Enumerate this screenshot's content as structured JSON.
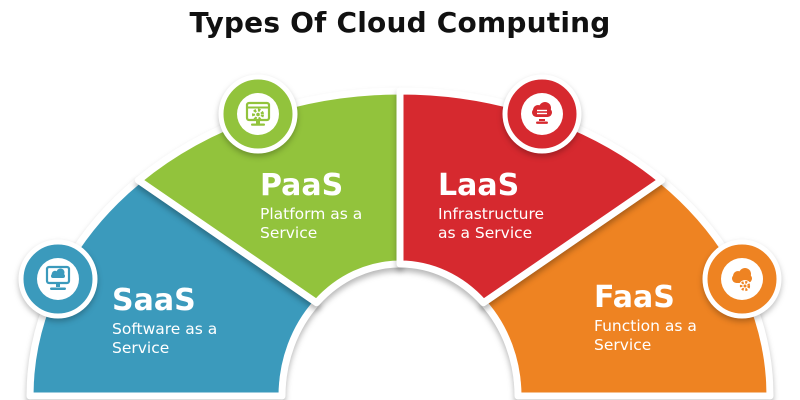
{
  "title": "Types Of Cloud Computing",
  "segments": [
    {
      "id": "saas",
      "acronym": "SaaS",
      "description": "Software as a Service",
      "color": "#3b9abc",
      "icon": "monitor-cloud-icon"
    },
    {
      "id": "paas",
      "acronym": "PaaS",
      "description": "Platform as a Service",
      "color": "#92c33c",
      "icon": "window-gear-icon"
    },
    {
      "id": "laas",
      "acronym": "LaaS",
      "description": "Infrastructure as a Service",
      "color": "#d6292f",
      "icon": "cloud-server-icon"
    },
    {
      "id": "faas",
      "acronym": "FaaS",
      "description": "Function as a Service",
      "color": "#ee8322",
      "icon": "cloud-gear-icon"
    }
  ]
}
